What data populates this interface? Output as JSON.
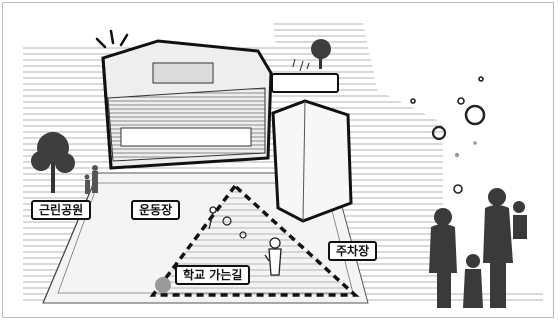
{
  "labels": {
    "park": "근린공원",
    "playground": "운동장",
    "parking": "주차장",
    "school_route": "학교 가는길",
    "blank": ""
  },
  "icons": [
    "tree-icon",
    "family-silhouette-icon",
    "attention-burst-icon",
    "bubble-icon"
  ],
  "colors": {
    "outline": "#111111",
    "silhouette": "#3a3a3a",
    "hatch": "#9a9a9a",
    "bubble": "#2a2a2a"
  }
}
